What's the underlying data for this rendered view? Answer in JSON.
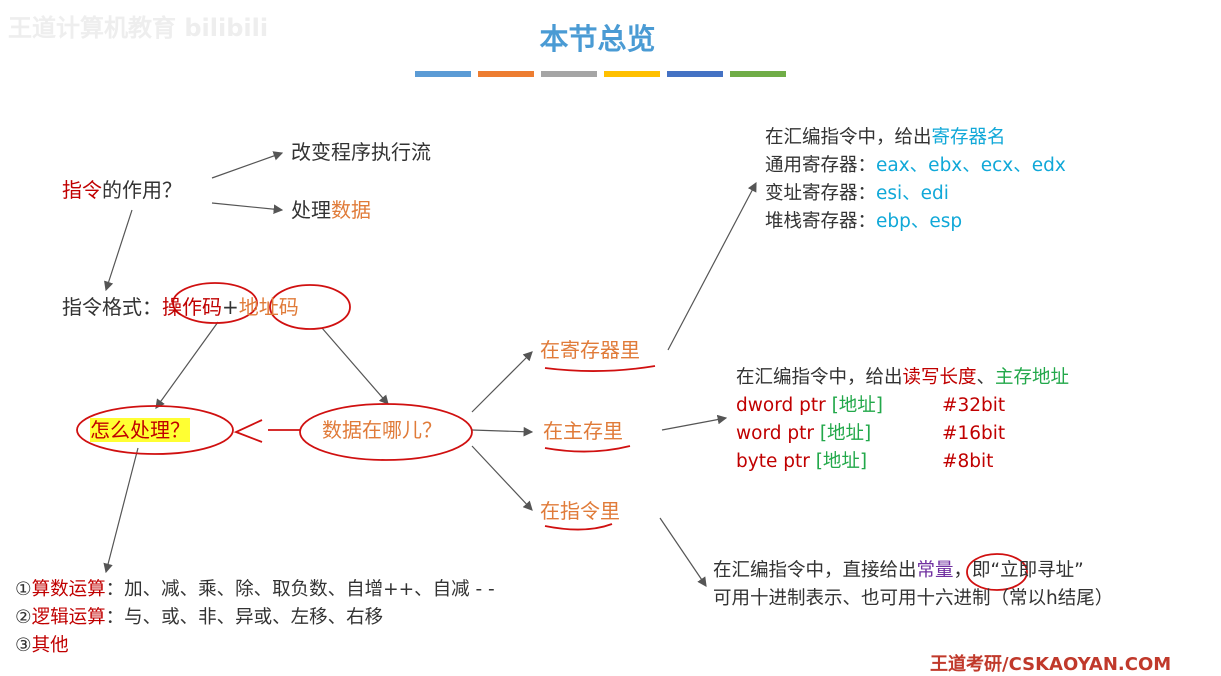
{
  "watermark": "王道计算机教育 bilibili",
  "footer_watermark": "王道考研/CSKAOYAN.COM",
  "title": "本节总览",
  "bar_colors": [
    "#5b9bd5",
    "#ed7d31",
    "#a5a5a5",
    "#ffc000",
    "#4472c4",
    "#70ad47"
  ],
  "left": {
    "role_q": {
      "a": "指令",
      "b": "的作用？"
    },
    "role1": "改变程序执行流",
    "role2": {
      "a": "处理",
      "b": "数据"
    },
    "format": {
      "label": "指令格式：",
      "opcode": "操作码",
      "plus": "+",
      "addr": "地址码"
    },
    "how": "怎么处理？",
    "where": "数据在哪儿？",
    "ops": [
      {
        "num": "①",
        "name": "算数运算",
        "rest": "：加、减、乘、除、取负数、自增++、自减 - -"
      },
      {
        "num": "②",
        "name": "逻辑运算",
        "rest": "：与、或、非、异或、左移、右移"
      },
      {
        "num": "③",
        "name": "其他",
        "rest": ""
      }
    ]
  },
  "locations": {
    "reg": "在寄存器里",
    "mem": "在主存里",
    "imm": "在指令里"
  },
  "reg_block": {
    "l1a": "在汇编指令中，给出",
    "l1b": "寄存器名",
    "l2a": "通用寄存器：",
    "l2b": "eax、ebx、ecx、edx",
    "l3a": "变址寄存器：",
    "l3b": "esi、edi",
    "l4a": "堆栈寄存器：",
    "l4b": "ebp、esp"
  },
  "mem_block": {
    "l1a": "在汇编指令中，给出",
    "l1b": "读写长度",
    "l1c": "、",
    "l1d": "主存地址",
    "rows": [
      {
        "ptr": "dword ptr ",
        "addr": "[地址]",
        "bits": "#32bit"
      },
      {
        "ptr": "word ptr ",
        "addr": "[地址]",
        "bits": "#16bit"
      },
      {
        "ptr": "byte ptr ",
        "addr": "[地址]",
        "bits": "#8bit"
      }
    ]
  },
  "imm_block": {
    "l1a": "在汇编指令中，直接给出",
    "l1b": "常量",
    "l1c": "，即“立即寻址”",
    "l2": "可用十进制表示、也可用十六进制（常以h结尾）"
  }
}
